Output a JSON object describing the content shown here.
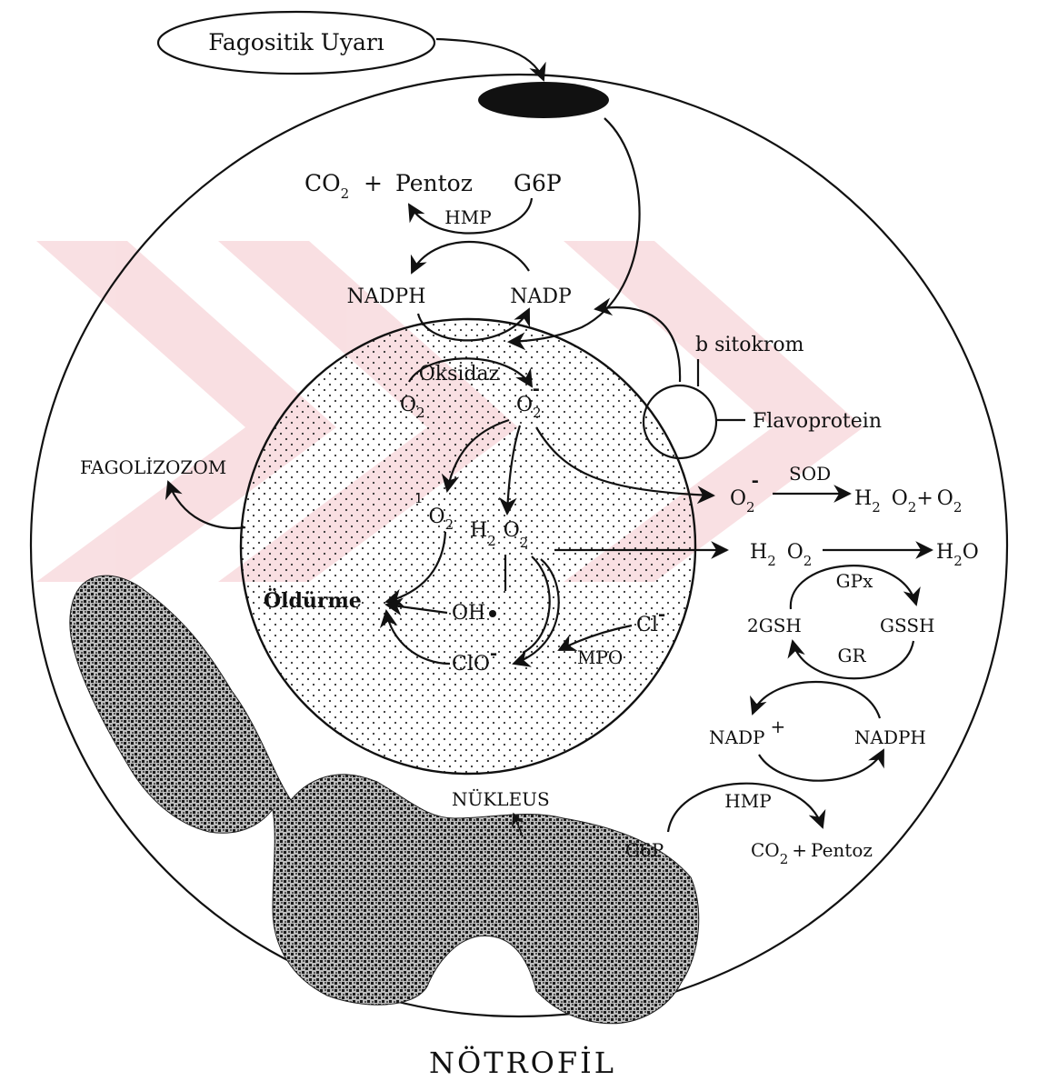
{
  "title": "NÖTROFİL",
  "stimulus": "Fagositik Uyarı",
  "labels": {
    "phagolysosome": "FAGOLİZOZOM",
    "nucleus": "NÜKLEUS",
    "cytochrome": "b sitokrom",
    "flavoprotein": "Flavoprotein",
    "oxidase": "Oksidaz",
    "killing": "Öldürme",
    "sod": "SOD",
    "gpx": "GPx",
    "gr": "GR",
    "mpo": "MPO"
  },
  "hmp_top": {
    "co2": "CO",
    "co2_sub": "2",
    "plus": "+",
    "pentose": "Pentoz",
    "g6p": "G6P",
    "hmp": "HMP",
    "nadph": "NADPH",
    "nadp": "NADP"
  },
  "hmp_bottom": {
    "g6p": "G6P",
    "hmp": "HMP",
    "co2": "CO",
    "co2_sub": "2",
    "plus": "+",
    "pentose": "Pentoz",
    "nadp_plus": "NADP",
    "plus_sup": "+",
    "nadph": "NADPH"
  },
  "species": {
    "o2": "O",
    "two": "2",
    "minus": "-",
    "singlet_sup": "1",
    "h2o2_h": "H",
    "h2o2_o": "O",
    "oh": "OH",
    "clo": "ClO",
    "cl": "Cl",
    "h2o_h": "H",
    "h2o_o": "O",
    "gsh": "2GSH",
    "gssh": "GSSH",
    "plus": "+"
  }
}
